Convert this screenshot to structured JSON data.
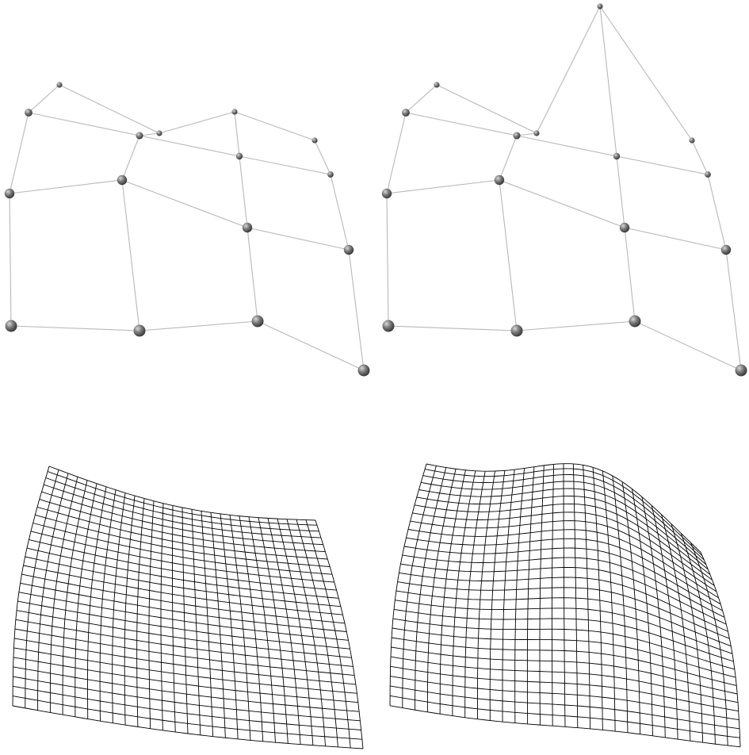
{
  "figure": {
    "panels": [
      {
        "id": "control-net-original",
        "kind": "control-net",
        "rows": [
          [
            [
              14,
              411
            ],
            [
              176,
              417
            ],
            [
              325,
              405
            ],
            [
              459,
              467
            ]
          ],
          [
            [
              12,
              244
            ],
            [
              154,
              227
            ],
            [
              312,
              287
            ],
            [
              440,
              315
            ]
          ],
          [
            [
              36,
              142
            ],
            [
              176,
              171
            ],
            [
              302,
              197
            ],
            [
              417,
              220
            ]
          ],
          [
            [
              75,
              107
            ],
            [
              201,
              168
            ],
            [
              296,
              141
            ],
            [
              397,
              177
            ]
          ]
        ]
      },
      {
        "id": "control-net-modified",
        "kind": "control-net",
        "rows": [
          [
            [
              490,
              411
            ],
            [
              652,
              417
            ],
            [
              801,
              405
            ],
            [
              935,
              467
            ]
          ],
          [
            [
              488,
              244
            ],
            [
              630,
              227
            ],
            [
              788,
              287
            ],
            [
              916,
              315
            ]
          ],
          [
            [
              512,
              142
            ],
            [
              652,
              171
            ],
            [
              778,
              197
            ],
            [
              893,
              220
            ]
          ],
          [
            [
              551,
              107
            ],
            [
              677,
              168
            ],
            [
              757,
              8
            ],
            [
              873,
              177
            ]
          ]
        ]
      },
      {
        "id": "surface-mesh-original",
        "kind": "surface-mesh",
        "resolution": 28
      },
      {
        "id": "surface-mesh-modified",
        "kind": "surface-mesh",
        "resolution": 28
      }
    ],
    "colors": {
      "edge": "#b8b8b8",
      "node": "#6a6a6a",
      "mesh": "#000000"
    }
  }
}
